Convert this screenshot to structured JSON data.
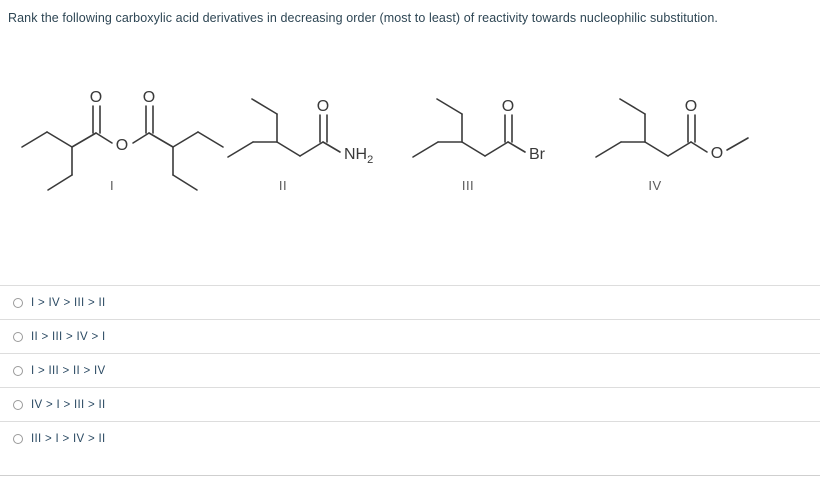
{
  "question": {
    "prompt": "Rank the following carboxylic acid derivatives in decreasing order (most to least) of reactivity towards nucleophilic substitution."
  },
  "structures": [
    {
      "label": "I",
      "name": "anhydride",
      "atom_labels": [
        "O",
        "O",
        "O"
      ],
      "description": "symmetric anhydride of 2-ethylbutanoic acid"
    },
    {
      "label": "II",
      "name": "amide",
      "atom_labels": [
        "O",
        "NH"
      ],
      "subscript": "2",
      "description": "3-ethylpentanamide"
    },
    {
      "label": "III",
      "name": "acyl-bromide",
      "atom_labels": [
        "O",
        "Br"
      ],
      "description": "3-ethylpentanoyl bromide"
    },
    {
      "label": "IV",
      "name": "ester",
      "atom_labels": [
        "O",
        "O"
      ],
      "description": "methyl 3-ethylpentanoate"
    }
  ],
  "options": [
    {
      "label": "I > IV > III > II",
      "selected": false
    },
    {
      "label": "II > III > IV > I",
      "selected": false
    },
    {
      "label": "I > III > II > IV",
      "selected": false
    },
    {
      "label": "IV > I > III > II",
      "selected": false
    },
    {
      "label": "III > I > IV > II",
      "selected": false
    }
  ],
  "colors": {
    "question_text": "#2e4654",
    "option_text": "#2b4a63",
    "bond": "#3a3a3a",
    "label": "#5a5a5a",
    "divider": "#dddddd",
    "radio_border": "#9a9a9a"
  }
}
